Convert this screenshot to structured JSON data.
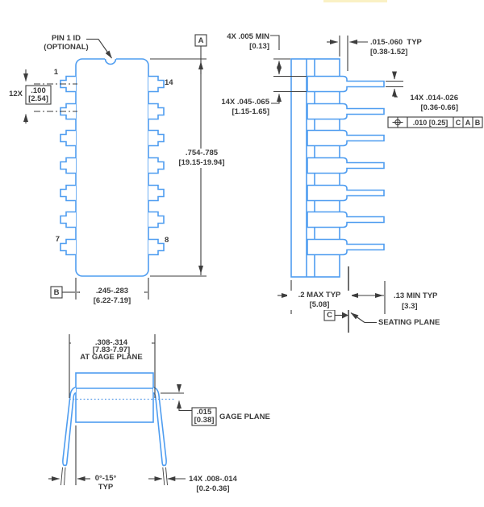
{
  "colors": {
    "outline": "#4f9df0",
    "dims": "#3d3d3d"
  },
  "left_view": {
    "pin1_id_1": "PIN 1 ID",
    "pin1_id_2": "(OPTIONAL)",
    "pin_1": "1",
    "pin_14": "14",
    "pin_7": "7",
    "pin_8": "8",
    "datum_a": "A",
    "datum_b": "B",
    "pitch_qty": "12X",
    "pitch": ".100",
    "pitch_mm": "[2.54]",
    "length": ".754-.785",
    "length_mm": "[19.15-19.94]",
    "width": ".245-.283",
    "width_mm": "[6.22-7.19]"
  },
  "side_view": {
    "end_gap": "4X .005 MIN",
    "end_gap_mm": "[0.13]",
    "shoulder": "14X .045-.065",
    "shoulder_mm": "[1.15-1.65]",
    "shoulder_len": ".015-.060  TYP",
    "shoulder_len_mm": "[0.38-1.52]",
    "tip": "14X .014-.026",
    "tip_mm": "[0.36-0.66]",
    "fcf_tol": ".010 [0.25]",
    "fcf_d1": "C",
    "fcf_d2": "A",
    "fcf_d3": "B",
    "depth": ".2 MAX TYP",
    "depth_mm": "[5.08]",
    "standoff": ".13 MIN TYP",
    "standoff_mm": "[3.3]",
    "datum_c": "C",
    "seating_plane": "SEATING PLANE"
  },
  "end_view": {
    "span": ".308-.314",
    "span_mm": "[7.83-7.97]",
    "span_note": "AT GAGE PLANE",
    "gage_offset": ".015",
    "gage_offset_mm": "[0.38]",
    "gage_label": "GAGE PLANE",
    "angle": "0°-15°",
    "angle_note": "TYP",
    "lead_thk": "14X .008-.014",
    "lead_thk_mm": "[0.2-0.36]"
  }
}
